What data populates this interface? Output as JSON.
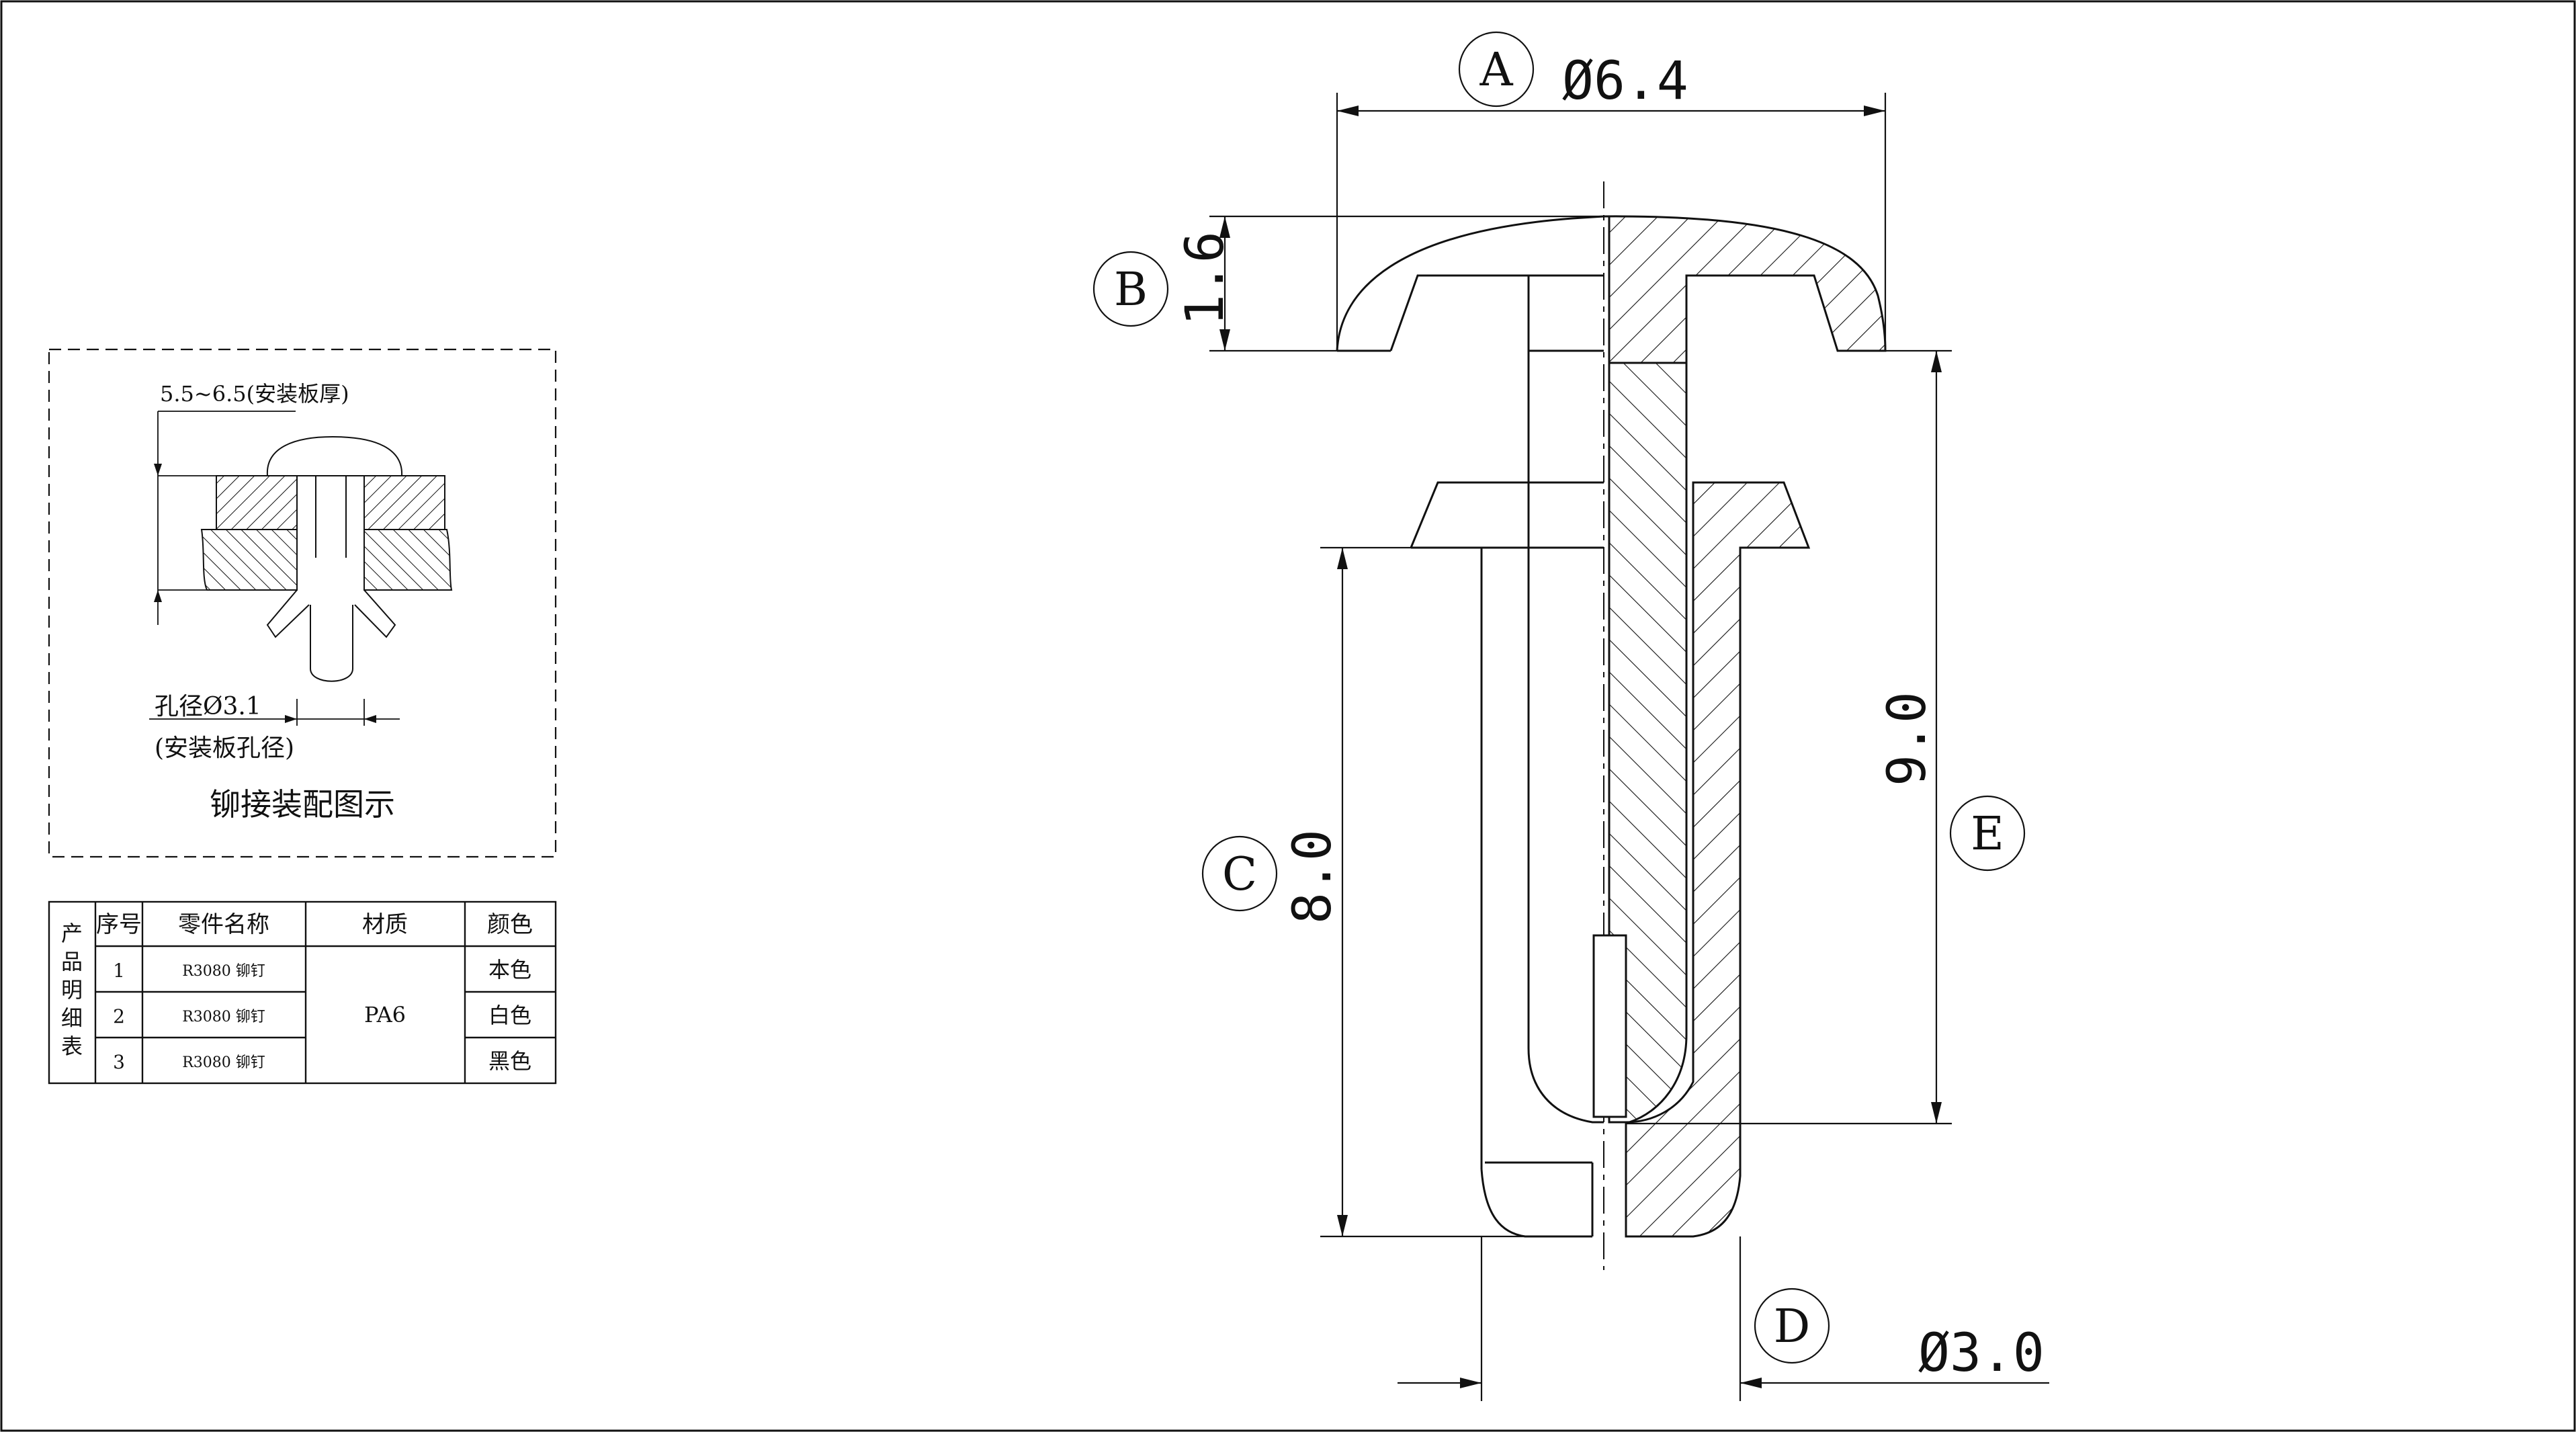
{
  "dimensions": {
    "head_diameter": "Ø6.4",
    "head_height": "1.6",
    "shank_length": "8.0",
    "overall_length": "9.0",
    "shank_diameter": "Ø3.0"
  },
  "callouts": [
    "A",
    "B",
    "C",
    "D",
    "E"
  ],
  "assembly": {
    "board_thickness": "5.5~6.5(安装板厚)",
    "hole_diameter_label": "孔径Ø3.1",
    "hole_diameter_note": "(安装板孔径)",
    "title": "铆接装配图示"
  },
  "bom": {
    "side_title": [
      "产",
      "品",
      "明",
      "细",
      "表"
    ],
    "headers": [
      "序号",
      "零件名称",
      "材质",
      "颜色"
    ],
    "material": "PA6",
    "rows": [
      {
        "no": "1",
        "name": "R3080 铆钉",
        "color": "本色"
      },
      {
        "no": "2",
        "name": "R3080 铆钉",
        "color": "白色"
      },
      {
        "no": "3",
        "name": "R3080 铆钉",
        "color": "黑色"
      }
    ]
  }
}
